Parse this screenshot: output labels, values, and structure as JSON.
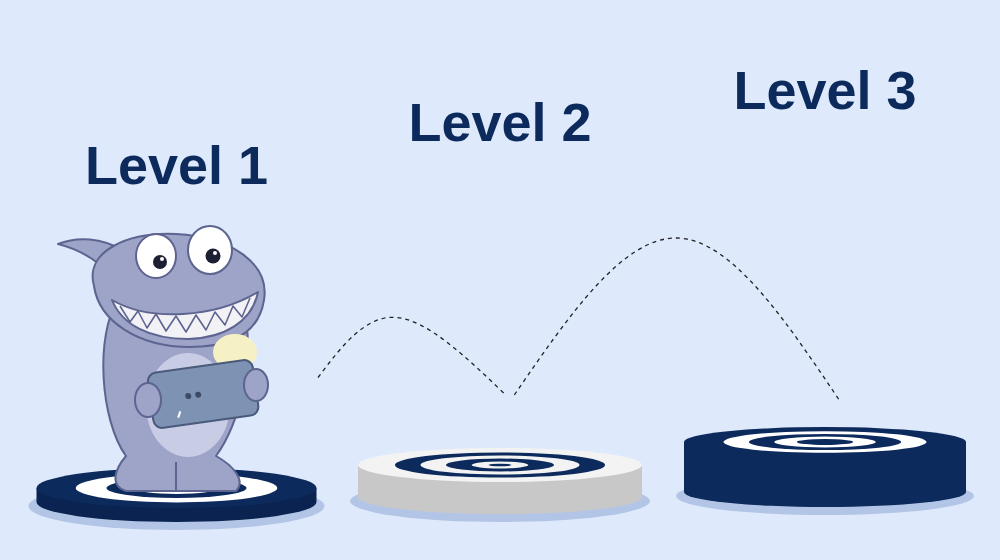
{
  "diagram": {
    "nodes": [
      {
        "text": [
          "Level 1"
        ]
      },
      {
        "text": [
          "Level 2"
        ]
      },
      {
        "text": [
          "Level 3"
        ]
      }
    ],
    "edges": [
      {
        "from": 0,
        "to": 1,
        "arrow": "none"
      },
      {
        "from": 1,
        "to": 2,
        "arrow": "none"
      }
    ]
  }
}
